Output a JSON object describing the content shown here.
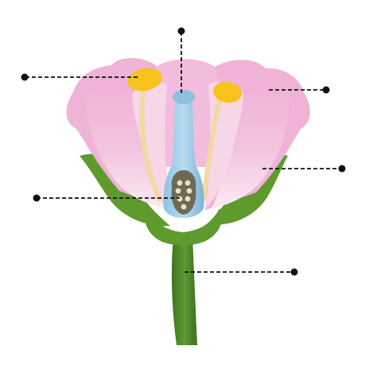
{
  "diagram": {
    "subject": "flower-cross-section",
    "labels": [
      {
        "id": "stigma",
        "text": ""
      },
      {
        "id": "anther",
        "text": ""
      },
      {
        "id": "petal",
        "text": ""
      },
      {
        "id": "sepal",
        "text": ""
      },
      {
        "id": "ovule",
        "text": ""
      },
      {
        "id": "stem",
        "text": ""
      }
    ],
    "colors": {
      "petal_pink": "#f0b8d8",
      "petal_shadow": "#e3a0c8",
      "petal_light": "#f9e4f0",
      "pollen_yellow": "#f7c21c",
      "filament": "#f2d9a0",
      "pistil_blue": "#9ccbe6",
      "pistil_dark": "#7fb3d6",
      "sepal_green": "#5f9a2c",
      "stem_green": "#5a9432",
      "stem_dark": "#3f7322",
      "ovary_dark": "#6e6a56",
      "ovule_cream": "#e8e4c8",
      "leader_line": "#111111"
    }
  }
}
